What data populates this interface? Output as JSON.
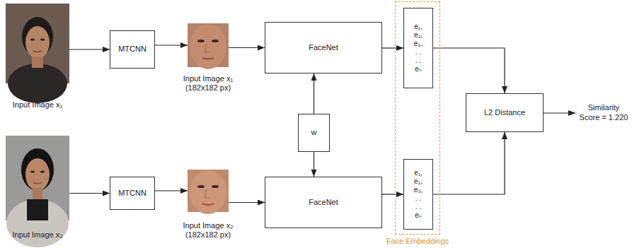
{
  "diagram": {
    "nodes": [
      {
        "text": [
          "Input Image x₁"
        ]
      },
      {
        "text": [
          "MTCNN"
        ]
      },
      {
        "text": [
          "Input Image x₁",
          "(182x182 px)"
        ]
      },
      {
        "text": [
          "FaceNet"
        ]
      },
      {
        "text": [
          "Face Embeddings"
        ]
      },
      {
        "text": [
          "e₁, e₂, e₃, . . . . eₙ"
        ],
        "in": 4
      },
      {
        "text": [
          "w"
        ]
      },
      {
        "text": [
          "L2 Distance"
        ]
      },
      {
        "text": [
          "Input Image x₂"
        ]
      },
      {
        "text": [
          "MTCNN"
        ]
      },
      {
        "text": [
          "Input Image x₂",
          "(182x182 px)"
        ]
      },
      {
        "text": [
          "FaceNet"
        ]
      },
      {
        "text": [
          "e₁, e₂, e₃, . . . . eₙ"
        ],
        "in": 4
      }
    ],
    "edges": [
      {
        "from": 0,
        "to": 1,
        "arrow": "to"
      },
      {
        "from": 1,
        "to": 2,
        "arrow": "to"
      },
      {
        "from": 2,
        "to": 3,
        "arrow": "to"
      },
      {
        "from": 3,
        "to": 5,
        "arrow": "to"
      },
      {
        "from": 5,
        "to": 7,
        "arrow": "to"
      },
      {
        "from": 6,
        "to": 3,
        "arrow": "to"
      },
      {
        "from": 6,
        "to": 11,
        "arrow": "to"
      },
      {
        "from": 8,
        "to": 9,
        "arrow": "to"
      },
      {
        "from": 9,
        "to": 10,
        "arrow": "to"
      },
      {
        "from": 10,
        "to": 11,
        "arrow": "to"
      },
      {
        "from": 11,
        "to": 12,
        "arrow": "to"
      },
      {
        "from": 12,
        "to": 7,
        "arrow": "to"
      }
    ],
    "labels": [
      "Similarity Score = 1.220"
    ]
  }
}
